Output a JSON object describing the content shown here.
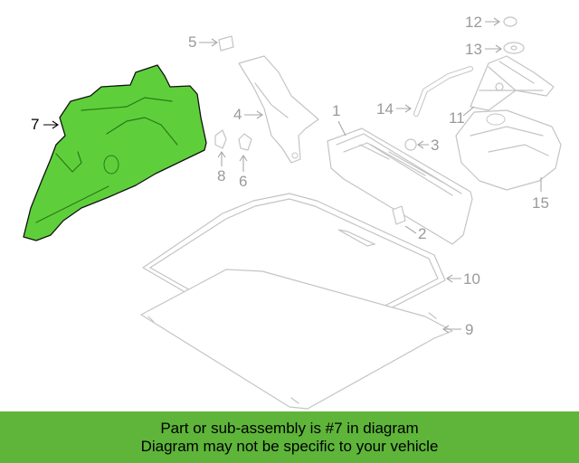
{
  "diagram": {
    "highlight_color": "#5ecf3a",
    "line_color": "#c4c4c4",
    "callouts": [
      {
        "id": "c7",
        "label": "7",
        "active": true
      },
      {
        "id": "c5",
        "label": "5"
      },
      {
        "id": "c4",
        "label": "4"
      },
      {
        "id": "c1",
        "label": "1"
      },
      {
        "id": "c8",
        "label": "8"
      },
      {
        "id": "c6",
        "label": "6"
      },
      {
        "id": "c12",
        "label": "12"
      },
      {
        "id": "c13",
        "label": "13"
      },
      {
        "id": "c14",
        "label": "14"
      },
      {
        "id": "c11",
        "label": "11"
      },
      {
        "id": "c3",
        "label": "3"
      },
      {
        "id": "c15",
        "label": "15"
      },
      {
        "id": "c2",
        "label": "2"
      },
      {
        "id": "c10",
        "label": "10"
      },
      {
        "id": "c9",
        "label": "9"
      }
    ]
  },
  "banner": {
    "line1": "Part or sub-assembly is #7 in diagram",
    "line2": "Diagram may not be specific to your vehicle",
    "background": "#5eb53a"
  }
}
